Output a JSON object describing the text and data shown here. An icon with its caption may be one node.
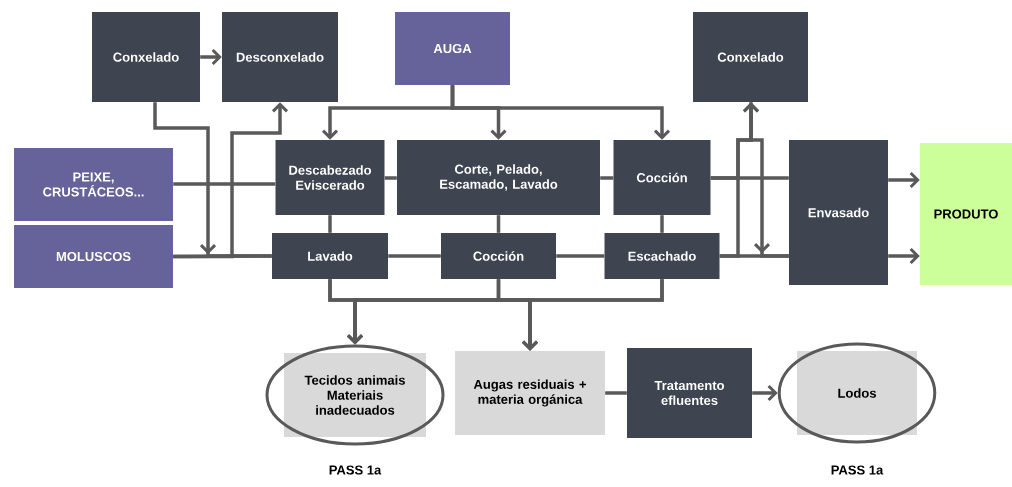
{
  "diagram": {
    "nodes": [
      {
        "text": [
          "Conxelado"
        ]
      },
      {
        "text": [
          "Desconxelado"
        ]
      },
      {
        "text": [
          "AUGA"
        ]
      },
      {
        "text": [
          "Conxelado"
        ]
      },
      {
        "text": [
          "PEIXE, CRUSTÁCEOS..."
        ]
      },
      {
        "text": [
          "MOLUSCOS"
        ]
      },
      {
        "text": [
          "Descabezado Eviscerado"
        ]
      },
      {
        "text": [
          "Corte, Pelado, Escamado, Lavado"
        ]
      },
      {
        "text": [
          "Cocción"
        ]
      },
      {
        "text": [
          "Envasado"
        ]
      },
      {
        "text": [
          "PRODUTO"
        ]
      },
      {
        "text": [
          "Lavado"
        ]
      },
      {
        "text": [
          "Cocción"
        ]
      },
      {
        "text": [
          "Escachado"
        ]
      },
      {
        "text": [
          "Tecidos animais Materiais inadecuados"
        ]
      },
      {
        "text": [
          "Augas residuais + materia orgánica"
        ]
      },
      {
        "text": [
          "Tratamento efluentes"
        ]
      },
      {
        "text": [
          "Lodos"
        ]
      }
    ],
    "edges": [
      {
        "from": 0,
        "to": 1,
        "arrow": "to"
      },
      {
        "from": 0,
        "to": 11,
        "arrow": "to"
      },
      {
        "from": 5,
        "to": 1,
        "arrow": "to"
      },
      {
        "from": 2,
        "to": 6,
        "arrow": "to"
      },
      {
        "from": 2,
        "to": 7,
        "arrow": "to"
      },
      {
        "from": 2,
        "to": 8,
        "arrow": "to"
      },
      {
        "from": 4,
        "to": 6,
        "arrow": "none"
      },
      {
        "from": 5,
        "to": 11,
        "arrow": "none"
      },
      {
        "from": 6,
        "to": 7,
        "arrow": "none"
      },
      {
        "from": 7,
        "to": 8,
        "arrow": "none"
      },
      {
        "from": 8,
        "to": 9,
        "arrow": "none"
      },
      {
        "from": 6,
        "to": 11,
        "arrow": "none"
      },
      {
        "from": 7,
        "to": 12,
        "arrow": "none"
      },
      {
        "from": 8,
        "to": 13,
        "arrow": "none"
      },
      {
        "from": 11,
        "to": 12,
        "arrow": "none"
      },
      {
        "from": 12,
        "to": 13,
        "arrow": "none"
      },
      {
        "from": 13,
        "to": 9,
        "arrow": "none"
      },
      {
        "from": 9,
        "to": 10,
        "arrow": "to"
      },
      {
        "from": 9,
        "to": 10,
        "arrow": "to"
      },
      {
        "from": 8,
        "to": 3,
        "arrow": "to"
      },
      {
        "from": 13,
        "to": 3,
        "arrow": "to"
      },
      {
        "from": 3,
        "to": 9,
        "arrow": "to"
      },
      {
        "from": 11,
        "to": 14,
        "arrow": "to"
      },
      {
        "from": 12,
        "to": 14,
        "arrow": "to"
      },
      {
        "from": 13,
        "to": 14,
        "arrow": "to"
      },
      {
        "from": 11,
        "to": 15,
        "arrow": "to"
      },
      {
        "from": 12,
        "to": 15,
        "arrow": "to"
      },
      {
        "from": 13,
        "to": 15,
        "arrow": "to"
      },
      {
        "from": 15,
        "to": 16,
        "arrow": "none"
      },
      {
        "from": 16,
        "to": 17,
        "arrow": "to"
      }
    ],
    "labels": [
      "PASS 1a",
      "PASS 1a"
    ]
  }
}
